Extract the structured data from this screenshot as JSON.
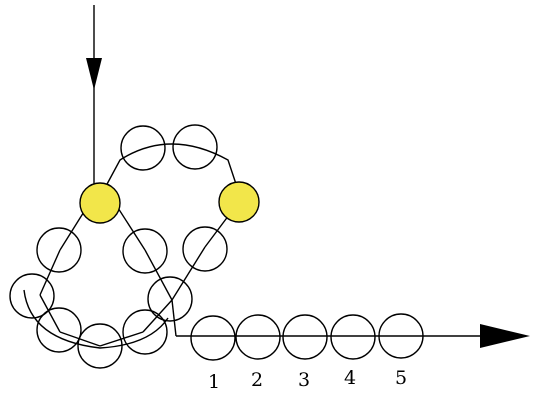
{
  "diagram": {
    "labels": [
      "1",
      "2",
      "3",
      "4",
      "5"
    ],
    "colors": {
      "line": "#000000",
      "bead_fill": "#ffffff",
      "highlight_fill": "#f2e64a",
      "background": "#ffffff"
    },
    "icons": {
      "entry_arrow": "arrow-down",
      "exit_arrow": "arrow-right"
    }
  }
}
